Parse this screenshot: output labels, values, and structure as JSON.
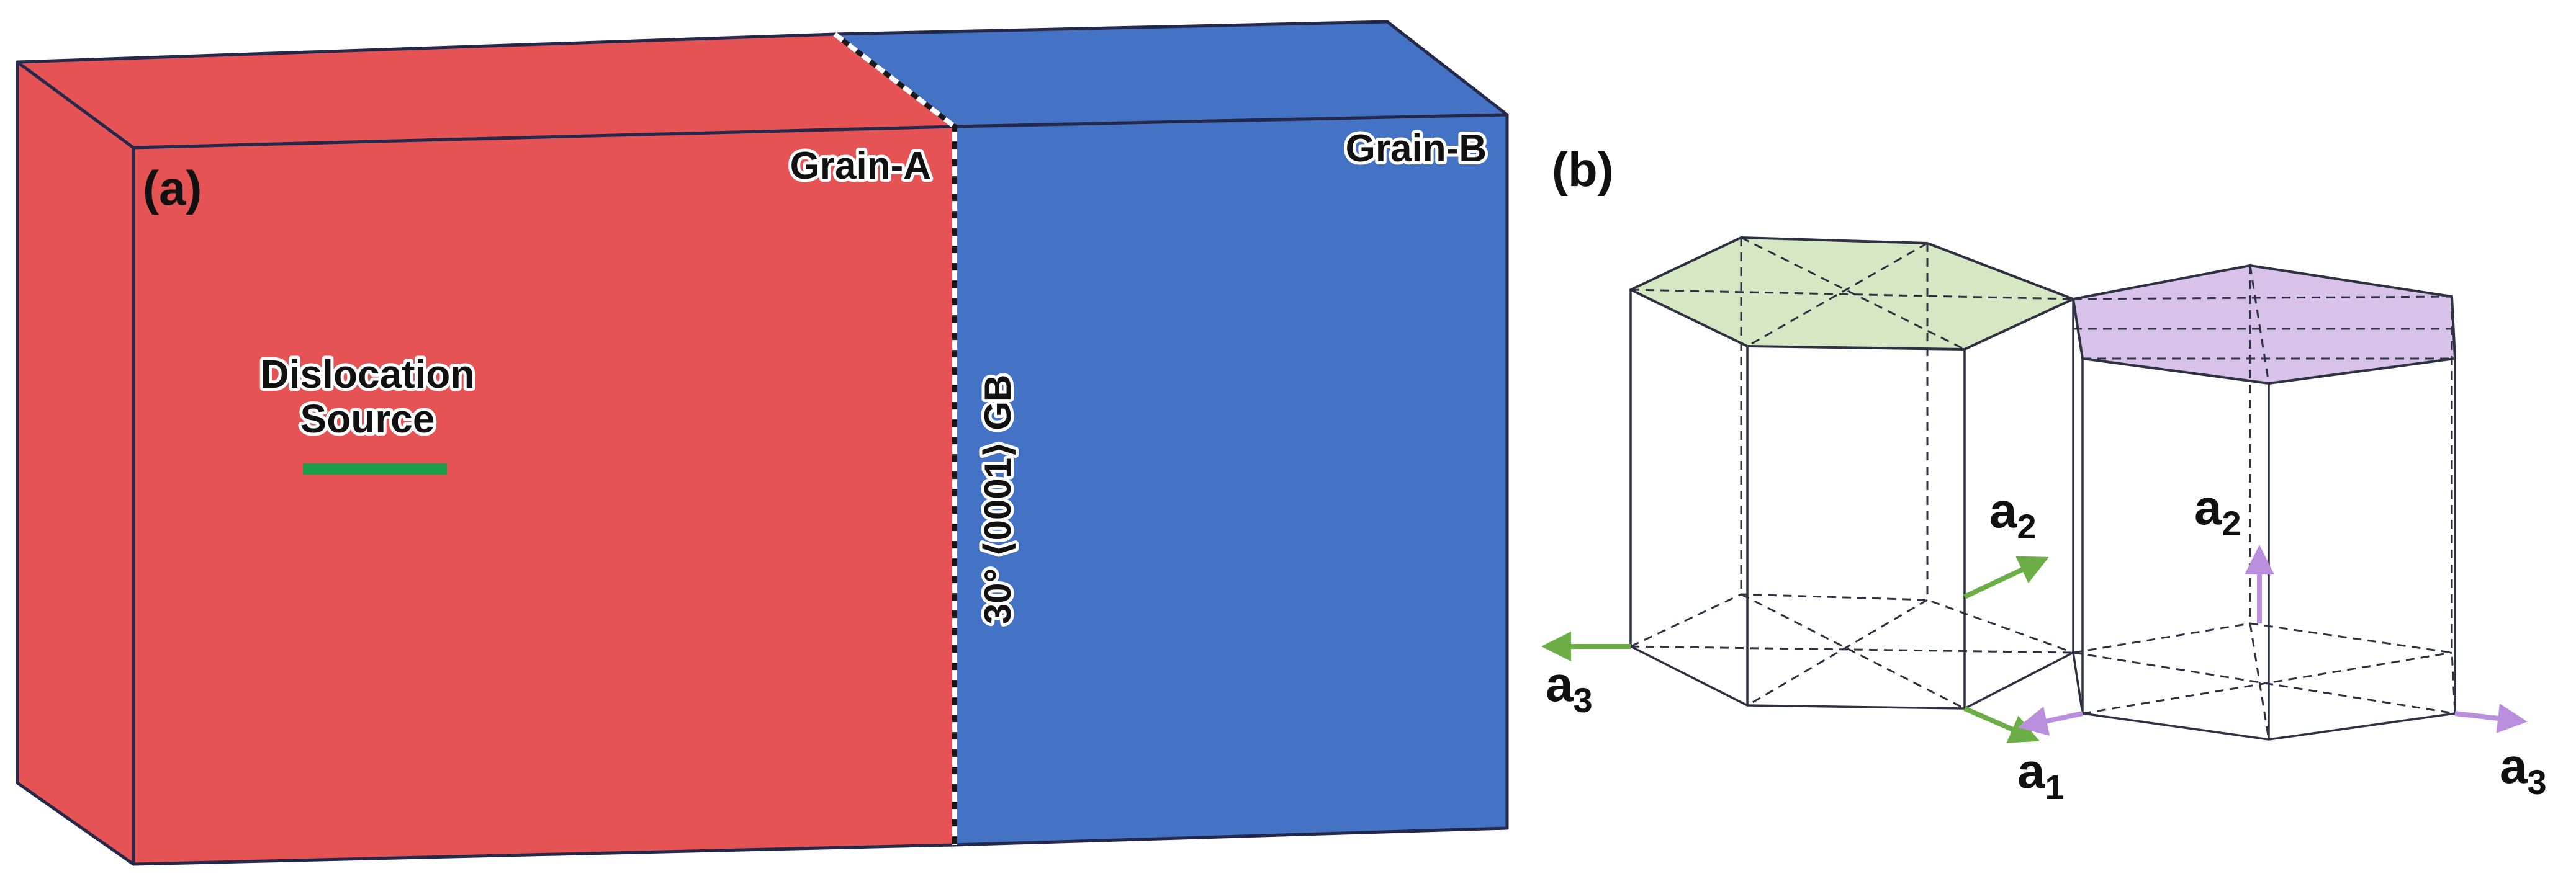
{
  "panel_a": {
    "panel_label": "(a)",
    "grain_a_label": "Grain-A",
    "grain_b_label": "Grain-B",
    "source_label_line1": "Dislocation",
    "source_label_line2": "Source",
    "boundary_label": "30° ⟨0001⟩ GB",
    "colors": {
      "grain_a": "#E55354",
      "grain_b": "#4472C4",
      "source_line": "#1A9E4A",
      "edge": "#24284A"
    }
  },
  "panel_b": {
    "panel_label": "(b)",
    "left_prism": {
      "top_face_color": "#D5E8C3",
      "arrow_color": "#6AAE45",
      "a1_label": "a",
      "a1_sub": "1",
      "a2_label": "a",
      "a2_sub": "2",
      "a3_label": "a",
      "a3_sub": "3"
    },
    "right_prism": {
      "top_face_color": "#D9C2EA",
      "arrow_color": "#B98FDD",
      "a2_label": "a",
      "a2_sub": "2",
      "a3_label": "a",
      "a3_sub": "3"
    }
  }
}
